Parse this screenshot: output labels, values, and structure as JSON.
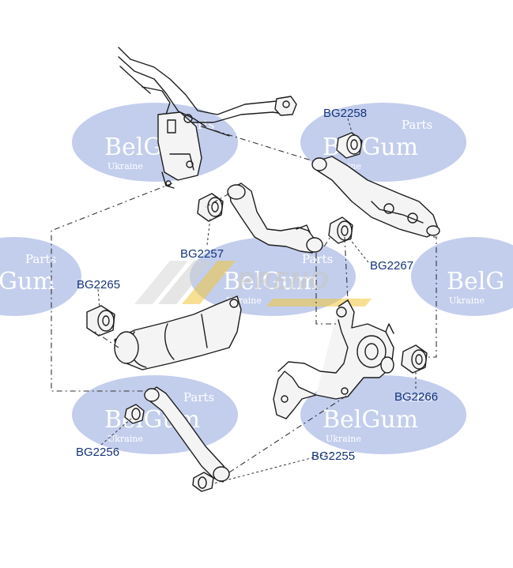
{
  "labels": {
    "bg2258": "BG2258",
    "bg2257": "BG2257",
    "bg2267": "BG2267",
    "bg2265": "BG2265",
    "bg2266": "BG2266",
    "bg2256": "BG2256",
    "bg2255": "BG2255"
  },
  "watermark": {
    "brand": "BelGum",
    "brand_partial_left": "Gum",
    "brand_partial_right": "BelG",
    "parts": "Parts",
    "country": "Ukraine",
    "logo_text": "PRENO"
  },
  "colors": {
    "label": "#15347a",
    "watermark_ellipse": "#b9c6ea",
    "logo": "#f2c53d"
  }
}
